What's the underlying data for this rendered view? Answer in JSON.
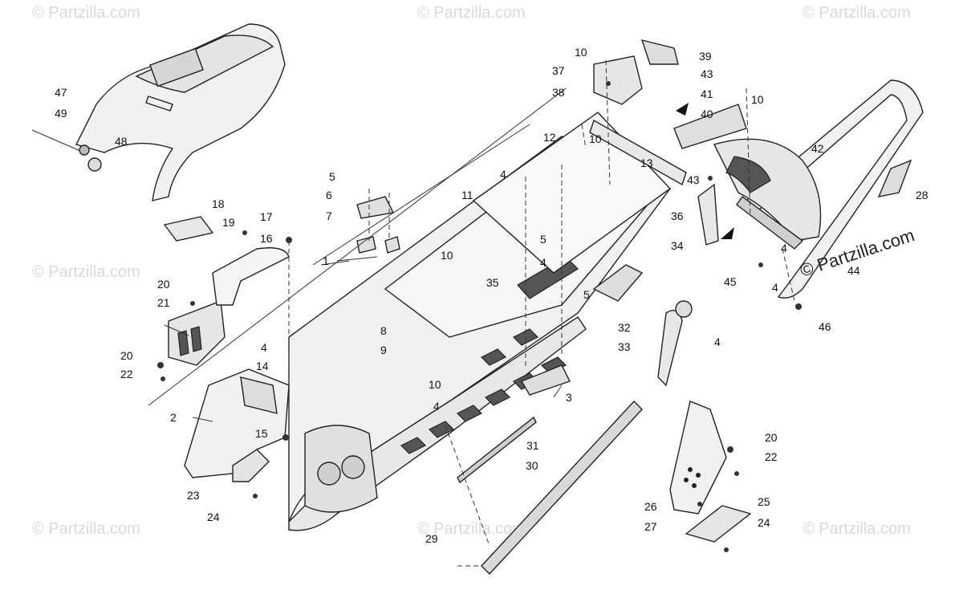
{
  "diagram": {
    "watermark_main": "© Partzilla.com",
    "watermark_faint": "© Partzilla.com",
    "callouts": [
      "1",
      "2",
      "3",
      "4",
      "4",
      "4",
      "4",
      "4",
      "4",
      "4",
      "5",
      "5",
      "5",
      "6",
      "7",
      "8",
      "9",
      "10",
      "10",
      "10",
      "10",
      "10",
      "11",
      "12",
      "13",
      "14",
      "15",
      "16",
      "17",
      "18",
      "19",
      "20",
      "20",
      "20",
      "21",
      "22",
      "22",
      "23",
      "24",
      "24",
      "25",
      "26",
      "27",
      "28",
      "29",
      "30",
      "31",
      "32",
      "33",
      "34",
      "35",
      "36",
      "37",
      "38",
      "39",
      "40",
      "41",
      "42",
      "43",
      "43",
      "44",
      "45",
      "46",
      "47",
      "48",
      "49"
    ]
  }
}
